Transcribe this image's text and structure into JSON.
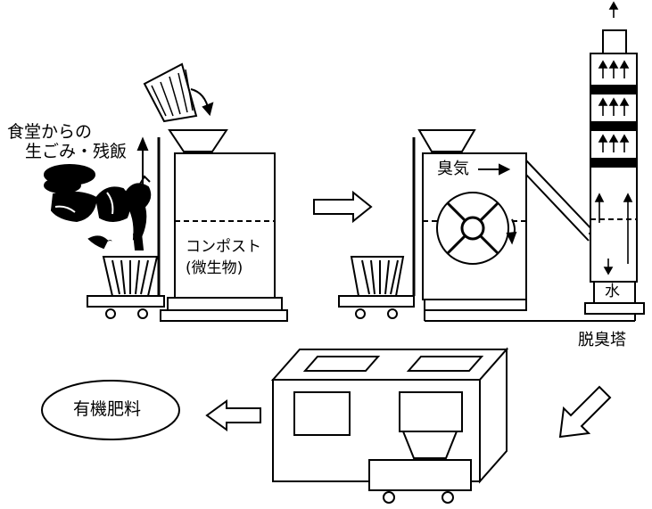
{
  "labels": {
    "source_line1": "食堂からの",
    "source_line2": "生ごみ・残飯",
    "compost_line1": "コンポスト",
    "compost_line2": "(微生物)",
    "odor": "臭気",
    "water": "水",
    "deodorizing_tower": "脱臭塔",
    "organic_fertilizer": "有機肥料"
  },
  "colors": {
    "ink": "#000000",
    "paper": "#ffffff"
  }
}
